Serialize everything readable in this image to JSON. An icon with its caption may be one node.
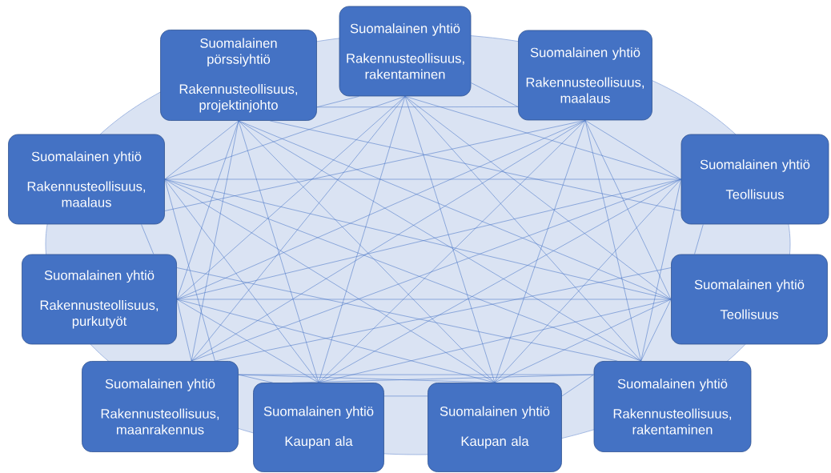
{
  "diagram": {
    "nodes": [
      {
        "text": [
          "Suomalainen pörssiyhtiö",
          "Rakennusteollisuus, projektinjohto"
        ]
      },
      {
        "text": [
          "Suomalainen yhtiö",
          "Rakennusteollisuus, rakentaminen"
        ]
      },
      {
        "text": [
          "Suomalainen yhtiö",
          "Rakennusteollisuus, maalaus"
        ]
      },
      {
        "text": [
          "Suomalainen yhtiö",
          "Rakennusteollisuus, maalaus"
        ]
      },
      {
        "text": [
          "Suomalainen yhtiö",
          "Teollisuus"
        ]
      },
      {
        "text": [
          "Suomalainen yhtiö",
          "Rakennusteollisuus, purkutyöt"
        ]
      },
      {
        "text": [
          "Suomalainen yhtiö",
          "Teollisuus"
        ]
      },
      {
        "text": [
          "Suomalainen yhtiö",
          "Rakennusteollisuus, maanrakennus"
        ]
      },
      {
        "text": [
          "Suomalainen yhtiö",
          "Kaupan ala"
        ]
      },
      {
        "text": [
          "Suomalainen yhtiö",
          "Kaupan ala"
        ]
      },
      {
        "text": [
          "Suomalainen yhtiö",
          "Rakennusteollisuus, rakentaminen"
        ]
      }
    ],
    "edges": [
      {
        "from": 0,
        "to": 1,
        "arrow": "none"
      },
      {
        "from": 0,
        "to": 2,
        "arrow": "none"
      },
      {
        "from": 0,
        "to": 3,
        "arrow": "none"
      },
      {
        "from": 0,
        "to": 4,
        "arrow": "none"
      },
      {
        "from": 0,
        "to": 5,
        "arrow": "none"
      },
      {
        "from": 0,
        "to": 6,
        "arrow": "none"
      },
      {
        "from": 0,
        "to": 7,
        "arrow": "none"
      },
      {
        "from": 0,
        "to": 8,
        "arrow": "none"
      },
      {
        "from": 0,
        "to": 9,
        "arrow": "none"
      },
      {
        "from": 0,
        "to": 10,
        "arrow": "none"
      },
      {
        "from": 1,
        "to": 2,
        "arrow": "none"
      },
      {
        "from": 1,
        "to": 3,
        "arrow": "none"
      },
      {
        "from": 1,
        "to": 4,
        "arrow": "none"
      },
      {
        "from": 1,
        "to": 5,
        "arrow": "none"
      },
      {
        "from": 1,
        "to": 6,
        "arrow": "none"
      },
      {
        "from": 1,
        "to": 7,
        "arrow": "none"
      },
      {
        "from": 1,
        "to": 8,
        "arrow": "none"
      },
      {
        "from": 1,
        "to": 9,
        "arrow": "none"
      },
      {
        "from": 1,
        "to": 10,
        "arrow": "none"
      },
      {
        "from": 2,
        "to": 3,
        "arrow": "none"
      },
      {
        "from": 2,
        "to": 4,
        "arrow": "none"
      },
      {
        "from": 2,
        "to": 5,
        "arrow": "none"
      },
      {
        "from": 2,
        "to": 6,
        "arrow": "none"
      },
      {
        "from": 2,
        "to": 7,
        "arrow": "none"
      },
      {
        "from": 2,
        "to": 8,
        "arrow": "none"
      },
      {
        "from": 2,
        "to": 9,
        "arrow": "none"
      },
      {
        "from": 2,
        "to": 10,
        "arrow": "none"
      },
      {
        "from": 3,
        "to": 4,
        "arrow": "none"
      },
      {
        "from": 3,
        "to": 5,
        "arrow": "none"
      },
      {
        "from": 3,
        "to": 6,
        "arrow": "none"
      },
      {
        "from": 3,
        "to": 7,
        "arrow": "none"
      },
      {
        "from": 3,
        "to": 8,
        "arrow": "none"
      },
      {
        "from": 3,
        "to": 9,
        "arrow": "none"
      },
      {
        "from": 3,
        "to": 10,
        "arrow": "none"
      },
      {
        "from": 4,
        "to": 5,
        "arrow": "none"
      },
      {
        "from": 4,
        "to": 6,
        "arrow": "none"
      },
      {
        "from": 4,
        "to": 7,
        "arrow": "none"
      },
      {
        "from": 4,
        "to": 8,
        "arrow": "none"
      },
      {
        "from": 4,
        "to": 9,
        "arrow": "none"
      },
      {
        "from": 4,
        "to": 10,
        "arrow": "none"
      },
      {
        "from": 5,
        "to": 6,
        "arrow": "none"
      },
      {
        "from": 5,
        "to": 7,
        "arrow": "none"
      },
      {
        "from": 5,
        "to": 8,
        "arrow": "none"
      },
      {
        "from": 5,
        "to": 9,
        "arrow": "none"
      },
      {
        "from": 5,
        "to": 10,
        "arrow": "none"
      },
      {
        "from": 6,
        "to": 7,
        "arrow": "none"
      },
      {
        "from": 6,
        "to": 8,
        "arrow": "none"
      },
      {
        "from": 6,
        "to": 9,
        "arrow": "none"
      },
      {
        "from": 6,
        "to": 10,
        "arrow": "none"
      },
      {
        "from": 7,
        "to": 8,
        "arrow": "none"
      },
      {
        "from": 7,
        "to": 9,
        "arrow": "none"
      },
      {
        "from": 7,
        "to": 10,
        "arrow": "none"
      },
      {
        "from": 8,
        "to": 9,
        "arrow": "none"
      },
      {
        "from": 8,
        "to": 10,
        "arrow": "none"
      },
      {
        "from": 9,
        "to": 10,
        "arrow": "none"
      }
    ]
  }
}
